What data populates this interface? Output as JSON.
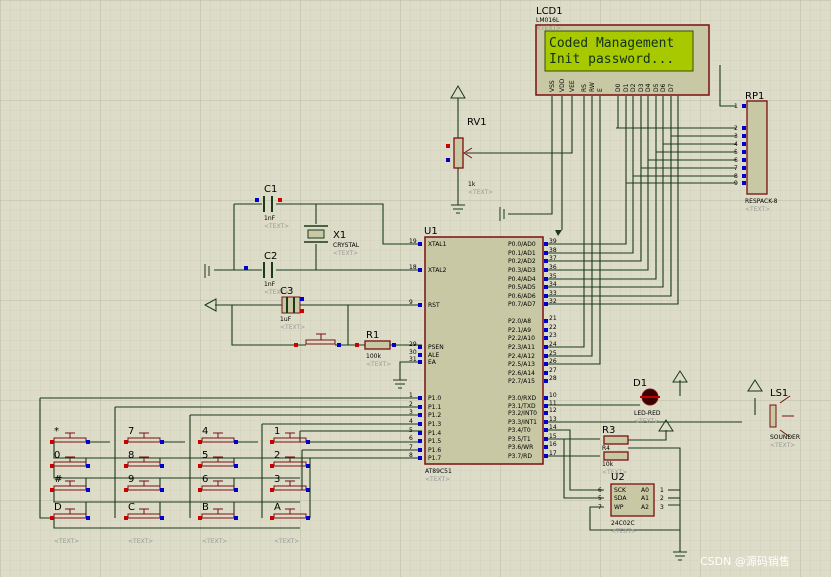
{
  "watermark": "CSDN @源码销售",
  "lcd": {
    "ref": "LCD1",
    "part": "LM016L",
    "placeholder": "<TEXT>",
    "line1": "Coded Management",
    "line2": "Init password...",
    "pins": [
      "VSS",
      "VDD",
      "VEE",
      "RS",
      "RW",
      "E",
      "D0",
      "D1",
      "D2",
      "D3",
      "D4",
      "D5",
      "D6",
      "D7"
    ]
  },
  "rp1": {
    "ref": "RP1",
    "part": "RESPACK-8",
    "placeholder": "<TEXT>",
    "pins": [
      "1",
      "2",
      "3",
      "4",
      "5",
      "6",
      "7",
      "8",
      "9"
    ]
  },
  "rv1": {
    "ref": "RV1",
    "value": "1k",
    "placeholder": "<TEXT>"
  },
  "c1": {
    "ref": "C1",
    "value": "1nF",
    "placeholder": "<TEXT>"
  },
  "c2": {
    "ref": "C2",
    "value": "1nF",
    "placeholder": "<TEXT>"
  },
  "c3": {
    "ref": "C3",
    "value": "1uF",
    "placeholder": "<TEXT>"
  },
  "x1": {
    "ref": "X1",
    "part": "CRYSTAL",
    "placeholder": "<TEXT>"
  },
  "r1": {
    "ref": "R1",
    "value": "100k",
    "placeholder": "<TEXT>"
  },
  "r3": {
    "ref": "R3",
    "value": "10k",
    "placeholder": "<TEXT>"
  },
  "r4": {
    "ref": "R4",
    "placeholder": "<TEXT>"
  },
  "d1": {
    "ref": "D1",
    "part": "LED-RED",
    "placeholder": "<TEXT>"
  },
  "ls1": {
    "ref": "LS1",
    "part": "SOUNDER",
    "placeholder": "<TEXT>"
  },
  "u2": {
    "ref": "U2",
    "part": "24C02C",
    "placeholder": "<TEXT>",
    "left_pins": [
      {
        "num": "6",
        "name": "SCK"
      },
      {
        "num": "5",
        "name": "SDA"
      },
      {
        "num": "7",
        "name": "WP"
      }
    ],
    "right_pins": [
      {
        "num": "1",
        "name": "A0"
      },
      {
        "num": "2",
        "name": "A1"
      },
      {
        "num": "3",
        "name": "A2"
      }
    ]
  },
  "u1": {
    "ref": "U1",
    "part": "AT89C51",
    "placeholder": "<TEXT>",
    "left_pins": [
      {
        "num": "19",
        "name": "XTAL1"
      },
      {
        "num": "18",
        "name": "XTAL2"
      },
      {
        "num": "9",
        "name": "RST"
      },
      {
        "num": "29",
        "name": "PSEN"
      },
      {
        "num": "30",
        "name": "ALE"
      },
      {
        "num": "31",
        "name": "EA"
      },
      {
        "num": "1",
        "name": "P1.0"
      },
      {
        "num": "2",
        "name": "P1.1"
      },
      {
        "num": "3",
        "name": "P1.2"
      },
      {
        "num": "4",
        "name": "P1.3"
      },
      {
        "num": "5",
        "name": "P1.4"
      },
      {
        "num": "6",
        "name": "P1.5"
      },
      {
        "num": "7",
        "name": "P1.6"
      },
      {
        "num": "8",
        "name": "P1.7"
      }
    ],
    "right_pins": [
      {
        "num": "39",
        "name": "P0.0/AD0"
      },
      {
        "num": "38",
        "name": "P0.1/AD1"
      },
      {
        "num": "37",
        "name": "P0.2/AD2"
      },
      {
        "num": "36",
        "name": "P0.3/AD3"
      },
      {
        "num": "35",
        "name": "P0.4/AD4"
      },
      {
        "num": "34",
        "name": "P0.5/AD5"
      },
      {
        "num": "33",
        "name": "P0.6/AD6"
      },
      {
        "num": "32",
        "name": "P0.7/AD7"
      },
      {
        "num": "21",
        "name": "P2.0/A8"
      },
      {
        "num": "22",
        "name": "P2.1/A9"
      },
      {
        "num": "23",
        "name": "P2.2/A10"
      },
      {
        "num": "24",
        "name": "P2.3/A11"
      },
      {
        "num": "25",
        "name": "P2.4/A12"
      },
      {
        "num": "26",
        "name": "P2.5/A13"
      },
      {
        "num": "27",
        "name": "P2.6/A14"
      },
      {
        "num": "28",
        "name": "P2.7/A15"
      },
      {
        "num": "10",
        "name": "P3.0/RXD"
      },
      {
        "num": "11",
        "name": "P3.1/TXD"
      },
      {
        "num": "12",
        "name": "P3.2/INT0"
      },
      {
        "num": "13",
        "name": "P3.3/INT1"
      },
      {
        "num": "14",
        "name": "P3.4/T0"
      },
      {
        "num": "15",
        "name": "P3.5/T1"
      },
      {
        "num": "16",
        "name": "P3.6/WR"
      },
      {
        "num": "17",
        "name": "P3.7/RD"
      }
    ]
  },
  "keypad": {
    "placeholder": "<TEXT>",
    "rows": [
      [
        "*",
        "7",
        "4",
        "1"
      ],
      [
        "0",
        "8",
        "5",
        "2"
      ],
      [
        "#",
        "9",
        "6",
        "3"
      ],
      [
        "D",
        "C",
        "B",
        "A"
      ]
    ]
  }
}
